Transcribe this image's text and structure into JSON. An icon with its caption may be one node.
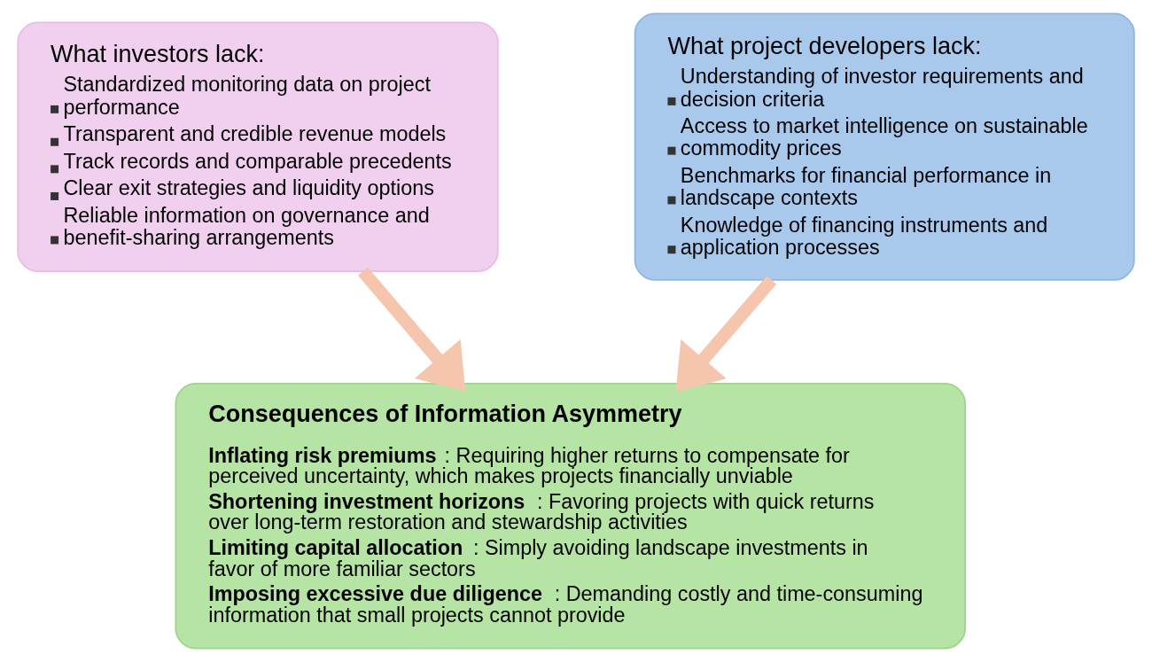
{
  "diagram": {
    "nodes": [
      {
        "text": [
          "What investors lack:",
          "Standardized monitoring data on project performance",
          "Transparent and credible revenue models",
          "Track records and comparable precedents",
          "Clear exit strategies and liquidity options",
          "Reliable information on governance and benefit-sharing arrangements"
        ]
      },
      {
        "text": [
          "What project developers lack:",
          "Understanding of investor requirements and decision criteria",
          "Access to market intelligence on sustainable commodity prices",
          "Benchmarks for financial performance in landscape contexts",
          "Knowledge of financing instruments and application processes"
        ]
      },
      {
        "text": [
          "Consequences of Information Asymmetry",
          "**Inflating risk premiums**: Requiring higher returns to compensate for perceived uncertainty, which makes projects financially unviable",
          "**Shortening investment horizons**: Favoring projects with quick returns over long-term restoration and stewardship activities",
          "**Limiting capital allocation**: Simply avoiding landscape investments in favor of more familiar sectors",
          "**Imposing excessive due diligence**: Demanding costly and time-consuming information that small projects cannot provide"
        ]
      }
    ],
    "edges": [
      {
        "from": 0,
        "to": 2,
        "arrow": "to"
      },
      {
        "from": 1,
        "to": 2,
        "arrow": "to"
      }
    ]
  }
}
